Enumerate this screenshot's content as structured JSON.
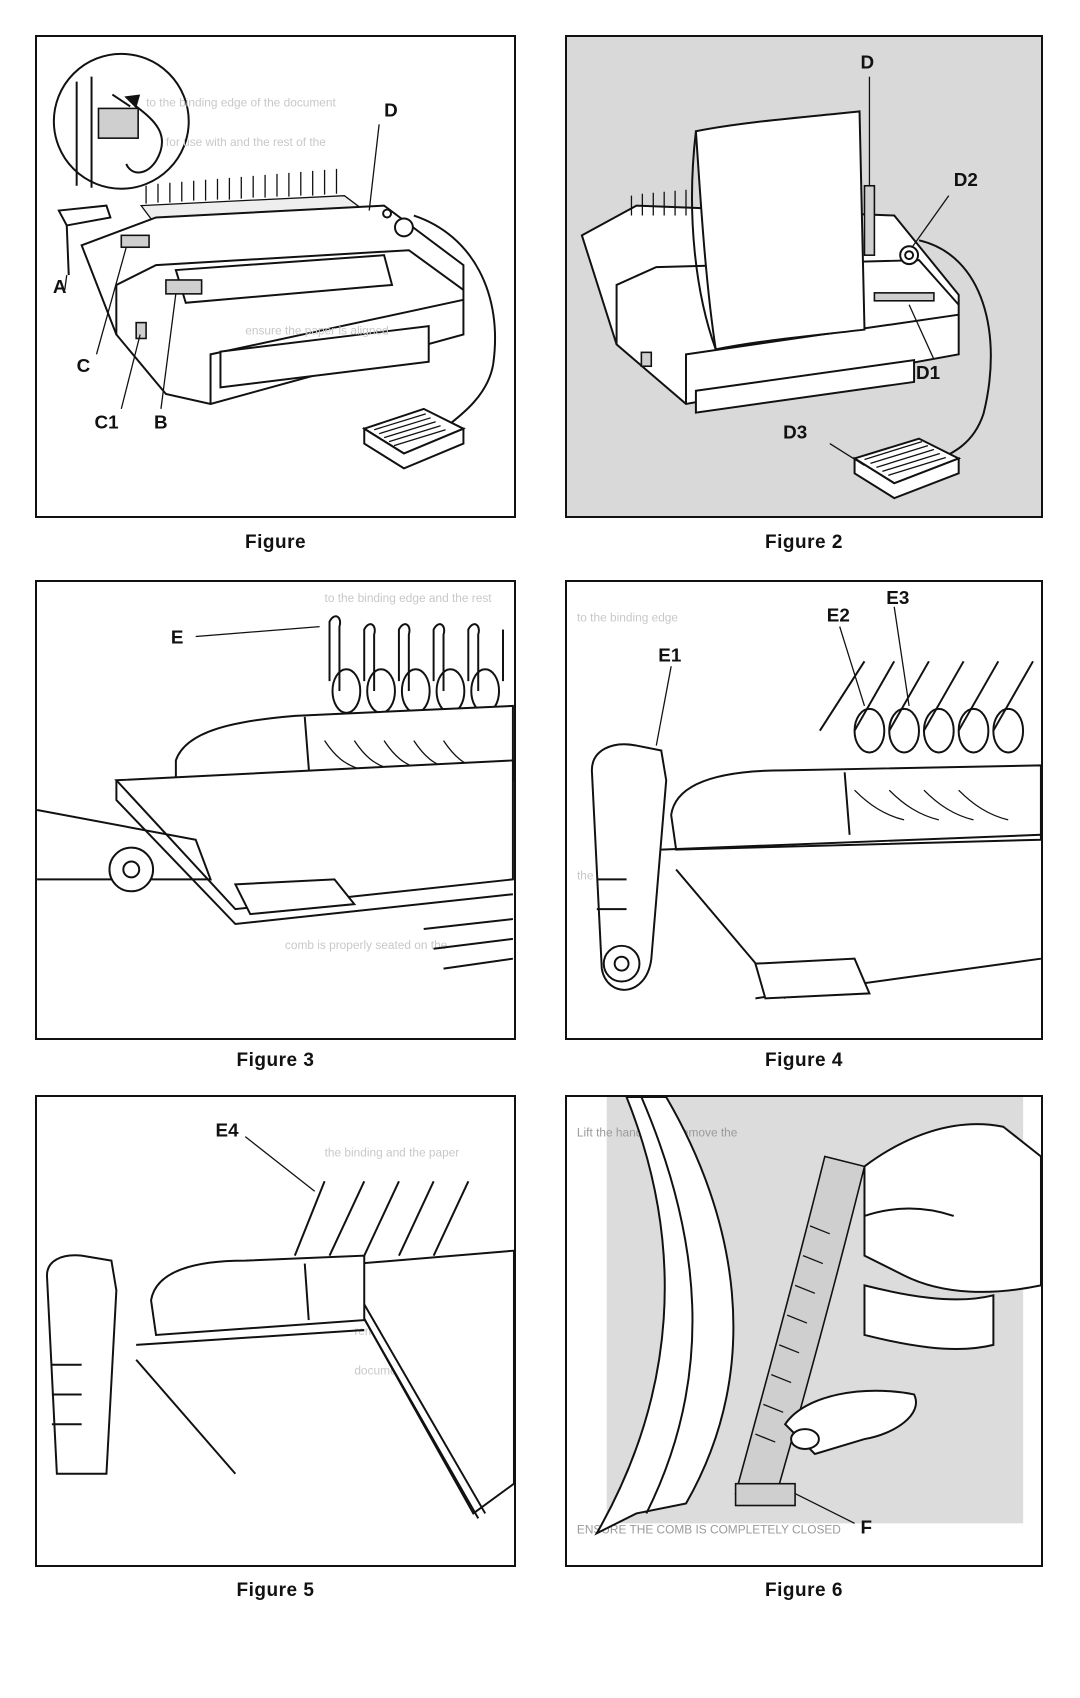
{
  "figures": [
    {
      "caption": "Figure",
      "labels": {
        "a": "A",
        "b": "B",
        "c": "C",
        "c1": "C1",
        "d": "D"
      }
    },
    {
      "caption": "Figure 2",
      "labels": {
        "d": "D",
        "d1": "D1",
        "d2": "D2",
        "d3": "D3"
      }
    },
    {
      "caption": "Figure 3",
      "labels": {
        "e": "E"
      }
    },
    {
      "caption": "Figure 4",
      "labels": {
        "e1": "E1",
        "e2": "E2",
        "e3": "E3"
      }
    },
    {
      "caption": "Figure 5",
      "labels": {
        "e4": "E4"
      }
    },
    {
      "caption": "Figure 6",
      "labels": {
        "f": "F"
      }
    }
  ]
}
